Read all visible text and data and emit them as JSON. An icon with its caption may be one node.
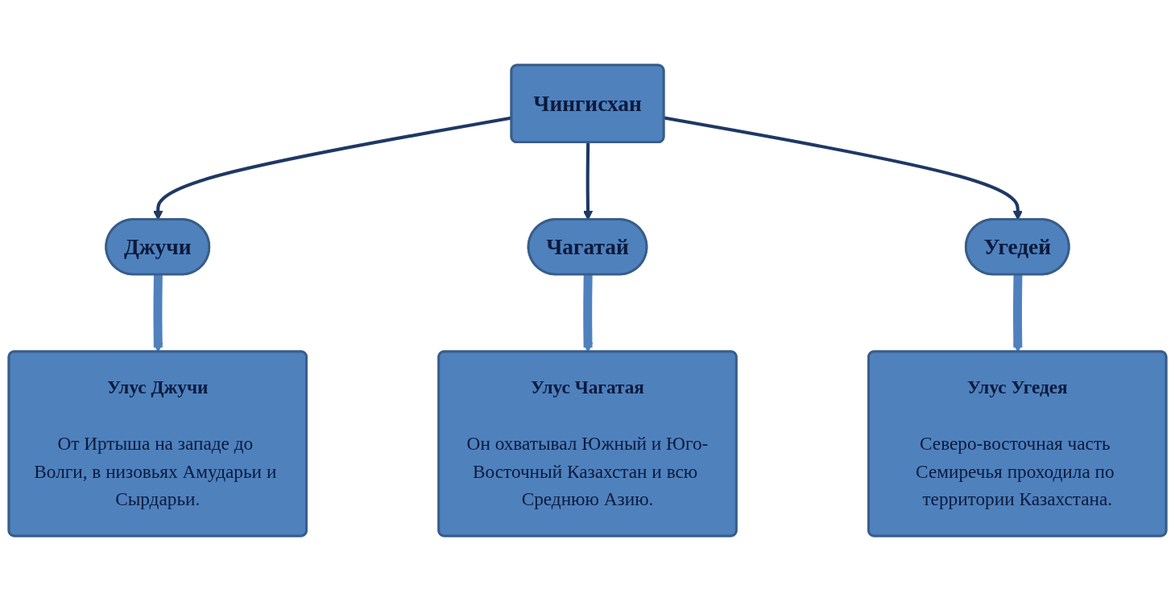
{
  "diagram": {
    "nodes": [
      {
        "text": [
          "Чингисхан"
        ]
      },
      {
        "text": [
          "Джучи"
        ]
      },
      {
        "text": [
          "Чагатай"
        ]
      },
      {
        "text": [
          "Угедей"
        ]
      },
      {
        "text": [
          "Улус Джучи",
          "От Иртыша на западе до Волги, в низовьях Амударьи и Сырдарьи."
        ]
      },
      {
        "text": [
          "Улус Чагатая",
          "Он охватывал Южный и Юго-Восточный Казахстан и всю Среднюю Азию."
        ]
      },
      {
        "text": [
          "Улус Угедея",
          "Северо-восточная часть Семиречья проходила по территории Казахстана."
        ]
      }
    ],
    "edges": [
      {
        "from": 0,
        "to": 1,
        "arrow": "to"
      },
      {
        "from": 0,
        "to": 2,
        "arrow": "to"
      },
      {
        "from": 0,
        "to": 3,
        "arrow": "to"
      },
      {
        "from": 1,
        "to": 4,
        "arrow": "to",
        "style": "thick",
        "color": "#4f81bd"
      },
      {
        "from": 2,
        "to": 5,
        "arrow": "to",
        "style": "thick",
        "color": "#4f81bd"
      },
      {
        "from": 3,
        "to": 6,
        "arrow": "to",
        "style": "thick",
        "color": "#4f81bd"
      }
    ]
  }
}
